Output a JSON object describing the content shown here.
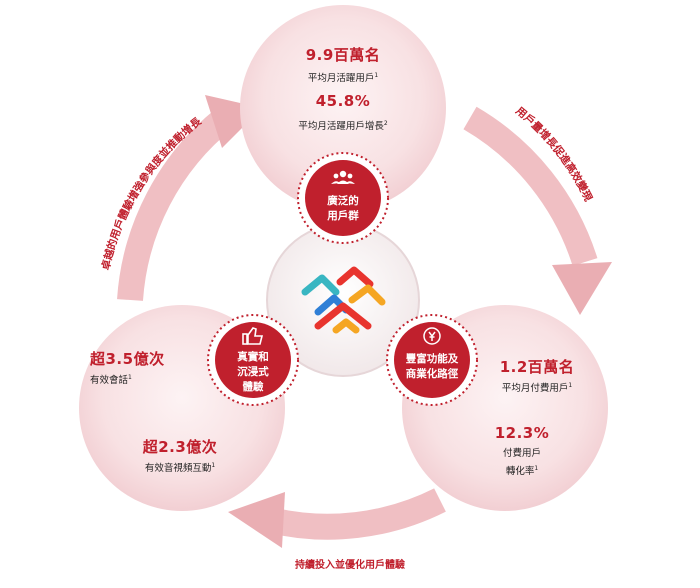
{
  "colors": {
    "accent": "#c0202d",
    "bubble": "#f7dcde",
    "arrow": "#eaaeb3",
    "logo_red": "#e8342e",
    "logo_orange": "#f5a623",
    "logo_blue": "#2f7fd6",
    "logo_teal": "#39b6c2"
  },
  "top": {
    "metric1_value": "9.9百萬名",
    "metric1_label": "平均月活躍用戶",
    "metric1_note": "1",
    "metric2_value": "45.8%",
    "metric2_label": "平均月活躍用戶增長",
    "metric2_note": "2",
    "node_line1": "廣泛的",
    "node_line2": "用戶群",
    "node_icon": "users-icon"
  },
  "left": {
    "metric1_value": "超3.5億次",
    "metric1_label": "有效會話",
    "metric1_note": "1",
    "metric2_value": "超2.3億次",
    "metric2_label": "有效音視頻互動",
    "metric2_note": "1",
    "node_line1": "真實和",
    "node_line2": "沉浸式",
    "node_line3": "體驗",
    "node_icon": "thumbs-up-icon"
  },
  "right": {
    "metric1_value": "1.2百萬名",
    "metric1_label": "平均月付費用戶",
    "metric1_note": "1",
    "metric2_value": "12.3%",
    "metric2_label_line1": "付費用戶",
    "metric2_label_line2": "轉化率",
    "metric2_note": "1",
    "node_line1": "豐富功能及",
    "node_line2": "商業化路徑",
    "node_icon": "yen-cycle-icon"
  },
  "arrows": {
    "left_label": "卓越的用戶體驗增強參與度並推動增長",
    "right_label": "用戶量增長促進高效變現",
    "bottom_label": "持續投入並優化用戶體驗"
  },
  "center": {
    "logo_icon": "company-logo-icon"
  }
}
